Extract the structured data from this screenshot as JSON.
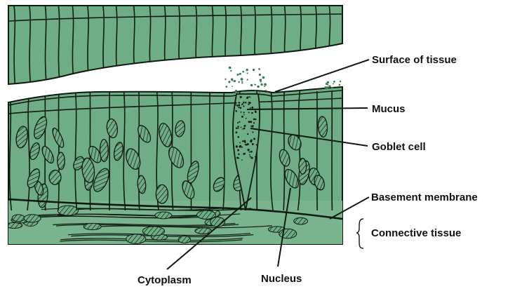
{
  "colors": {
    "tissue": "#6fad84",
    "tissue_dark": "#5e9a73",
    "connective": "#79b48c",
    "outline": "#0d1a10",
    "label_text": "#111111",
    "background": "#ffffff"
  },
  "labels": {
    "surface_of_tissue": "Surface of tissue",
    "mucus": "Mucus",
    "goblet_cell": "Goblet cell",
    "basement_membrane": "Basement membrane",
    "connective_tissue": "Connective tissue",
    "cytoplasm": "Cytoplasm",
    "nucleus": "Nucleus"
  }
}
